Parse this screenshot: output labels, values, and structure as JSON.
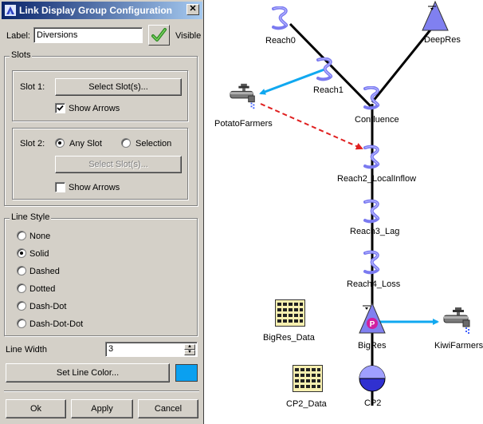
{
  "dialog": {
    "title": "Link Display Group Configuration",
    "close_glyph": "✕",
    "label_caption": "Label:",
    "label_value": "Diversions",
    "visible_label": "Visible",
    "visible_checked": true,
    "slots": {
      "title": "Slots",
      "slot1_label": "Slot 1:",
      "slot1_button": "Select Slot(s)...",
      "slot1_show_arrows": "Show Arrows",
      "slot1_show_arrows_checked": true,
      "slot2_label": "Slot 2:",
      "slot2_any_slot": "Any Slot",
      "slot2_selection": "Selection",
      "slot2_selected": "Any Slot",
      "slot2_button": "Select Slot(s)...",
      "slot2_show_arrows": "Show Arrows",
      "slot2_show_arrows_checked": false
    },
    "line_style": {
      "title": "Line Style",
      "options": [
        "None",
        "Solid",
        "Dashed",
        "Dotted",
        "Dash-Dot",
        "Dash-Dot-Dot"
      ],
      "selected": "Solid"
    },
    "line_width_label": "Line Width",
    "line_width_value": "3",
    "set_color_button": "Set Line Color...",
    "line_color": "#0aa0f0",
    "buttons": {
      "ok": "Ok",
      "apply": "Apply",
      "cancel": "Cancel"
    }
  },
  "canvas": {
    "nodes": {
      "reach0": "Reach0",
      "deepres": "DeepRes",
      "reach1": "Reach1",
      "potatofarmers": "PotatoFarmers",
      "confluence": "Confluence",
      "reach2": "Reach2_LocalInflow",
      "reach3": "Reach3_Lag",
      "reach4": "Reach4_Loss",
      "bigres_data": "BigRes_Data",
      "bigres": "BigRes",
      "bigres_glyph": "P",
      "kiwifarmers": "KiwiFarmers",
      "cp2_data": "CP2_Data",
      "cp2": "CP2"
    },
    "colors": {
      "reach": "#7a7af0",
      "reservoir": "#8080f0",
      "diversion_link": "#10a8f0",
      "return_link": "#e02020",
      "data_object": "#f8f0b0"
    }
  }
}
